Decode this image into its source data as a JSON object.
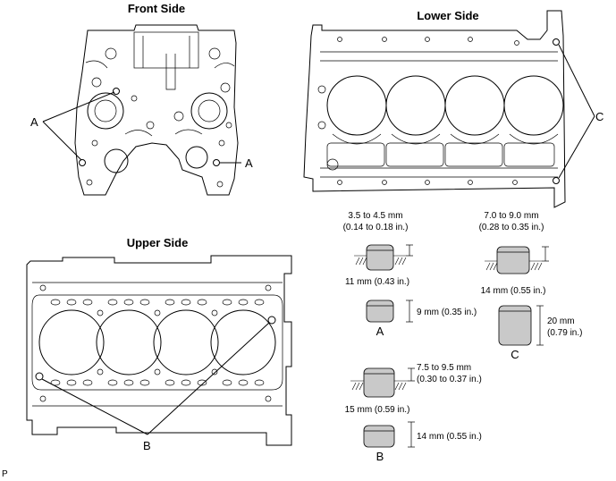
{
  "views": {
    "front_title": "Front Side",
    "lower_title": "Lower Side",
    "upper_title": "Upper Side"
  },
  "callouts": {
    "a_left": "A",
    "a_right": "A",
    "b": "B",
    "c": "C"
  },
  "pins": {
    "a": {
      "label": "A",
      "protrusion": "3.5 to 4.5 mm",
      "protrusion_in": "(0.14 to 0.18 in.)",
      "diameter": "11 mm (0.43 in.)",
      "length": "9 mm (0.35 in.)"
    },
    "b": {
      "label": "B",
      "protrusion": "7.5 to 9.5 mm",
      "protrusion_in": "(0.30 to 0.37 in.)",
      "diameter": "15 mm (0.59 in.)",
      "length": "14 mm (0.55 in.)"
    },
    "c": {
      "label": "C",
      "protrusion": "7.0 to 9.0 mm",
      "protrusion_in": "(0.28 to 0.35 in.)",
      "diameter": "14 mm (0.55 in.)",
      "length": "20 mm",
      "length_in": "(0.79 in.)"
    }
  },
  "footer_code": "P"
}
